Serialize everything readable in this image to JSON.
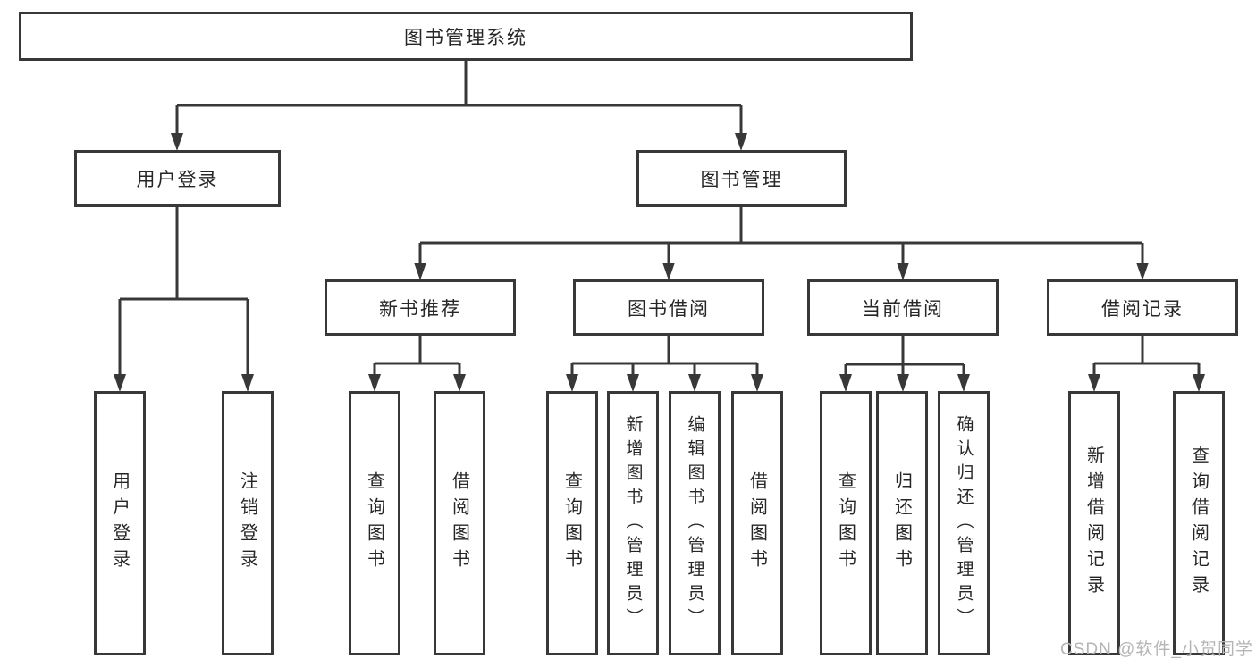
{
  "tree": {
    "root": "图书管理系统",
    "level2": [
      {
        "label": "用户登录",
        "children": [
          "用户登录",
          "注销登录"
        ]
      },
      {
        "label": "图书管理",
        "children": [
          {
            "label": "新书推荐",
            "children": [
              "查询图书",
              "借阅图书"
            ]
          },
          {
            "label": "图书借阅",
            "children": [
              "查询图书",
              "新增图书（管理员）",
              "编辑图书（管理员）",
              "借阅图书"
            ]
          },
          {
            "label": "当前借阅",
            "children": [
              "查询图书",
              "归还图书",
              "确认归还（管理员）"
            ]
          },
          {
            "label": "借阅记录",
            "children": [
              "新增借阅记录",
              "查询借阅记录"
            ]
          }
        ]
      }
    ]
  },
  "watermark": {
    "text": "CSDN @软件_小贺同学"
  },
  "colors": {
    "line": "#383838",
    "box_border": "#383838",
    "text": "#262626",
    "watermark": "#b5b5b5",
    "background": "#ffffff"
  }
}
